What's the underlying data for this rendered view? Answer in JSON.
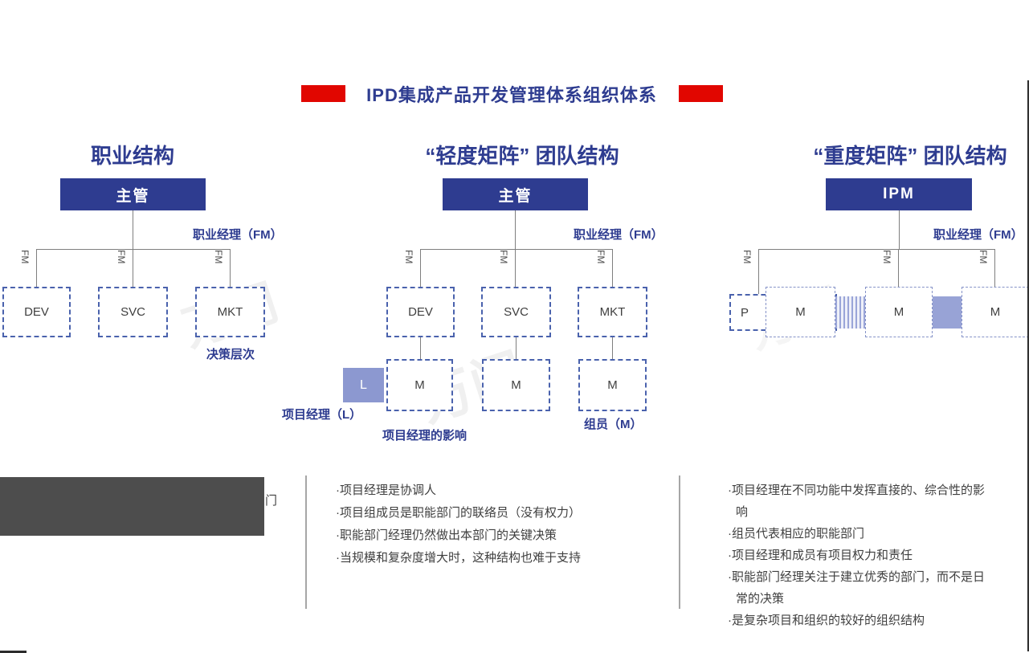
{
  "title": "IPD集成产品开发管理体系组织体系",
  "watermark": "万门",
  "col1": {
    "header": "职业结构",
    "top_box": "主管",
    "fm_manager_label": "职业经理（FM）",
    "fm_tag": "FM",
    "depts": [
      "DEV",
      "SVC",
      "MKT"
    ],
    "decision_label": "决策层次",
    "note_tail": "门"
  },
  "col2": {
    "header": "“轻度矩阵” 团队结构",
    "top_box": "主管",
    "fm_manager_label": "职业经理（FM）",
    "fm_tag": "FM",
    "depts": [
      "DEV",
      "SVC",
      "MKT"
    ],
    "leader_box": "L",
    "member_box": "M",
    "pm_label": "项目经理（L）",
    "pm_influence_label": "项目经理的影响",
    "member_label": "组员（M）",
    "bullets": [
      "·项目经理是协调人",
      "·项目组成员是职能部门的联络员（没有权力）",
      "·职能部门经理仍然做出本部门的关键决策",
      "·当规模和复杂度增大时，这种结构也难于支持"
    ]
  },
  "col3": {
    "header": "“重度矩阵” 团队结构",
    "top_box": "IPM",
    "fm_manager_label": "职业经理（FM）",
    "fm_tag": "FM",
    "project_box": "P",
    "member_box": "M",
    "bullets": [
      "·项目经理在不同功能中发挥直接的、综合性的影响",
      "·组员代表相应的职能部门",
      "·项目经理和成员有项目权力和责任",
      "·职能部门经理关注于建立优秀的部门，而不是日常的决策",
      "·是复杂项目和组织的较好的组织结构"
    ]
  },
  "colors": {
    "primary_blue": "#2e3c90",
    "accent_red": "#e10600",
    "leader_purple": "#8c98d0",
    "connector_purple": "#98a3d6",
    "dashed_border_blue": "#4a62ad",
    "note_gray": "#4d4d4d",
    "text_gray": "#3f3f3f"
  }
}
